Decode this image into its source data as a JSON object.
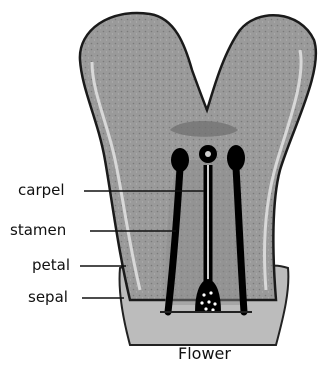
{
  "diagram": {
    "caption": "Flower",
    "labels": {
      "carpel": "carpel",
      "stamen": "stamen",
      "petal": "petal",
      "sepal": "sepal"
    }
  }
}
